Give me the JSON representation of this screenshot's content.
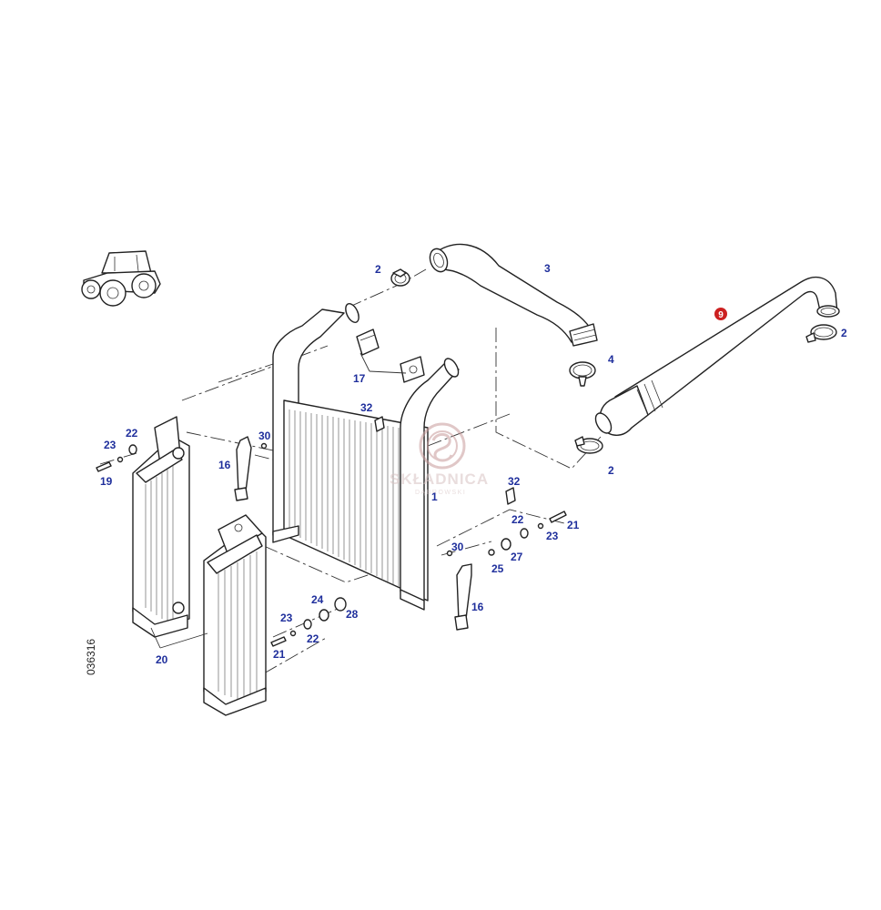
{
  "figure_code": "036316",
  "watermark": {
    "name": "SKŁADNICA",
    "sub": "DĄBROWSKI"
  },
  "highlight_color": "#cc2020",
  "label_color": "#1f2f9c",
  "highlighted_callout": "9",
  "callouts": {
    "c1": "1",
    "c2a": "2",
    "c2b": "2",
    "c2c": "2",
    "c3": "3",
    "c4": "4",
    "c16a": "16",
    "c16b": "16",
    "c17": "17",
    "c19": "19",
    "c20": "20",
    "c21a": "21",
    "c21b": "21",
    "c22a": "22",
    "c22b": "22",
    "c22c": "22",
    "c23a": "23",
    "c23b": "23",
    "c23c": "23",
    "c24": "24",
    "c25": "25",
    "c27": "27",
    "c28": "28",
    "c30a": "30",
    "c30b": "30",
    "c32a": "32",
    "c32b": "32"
  }
}
